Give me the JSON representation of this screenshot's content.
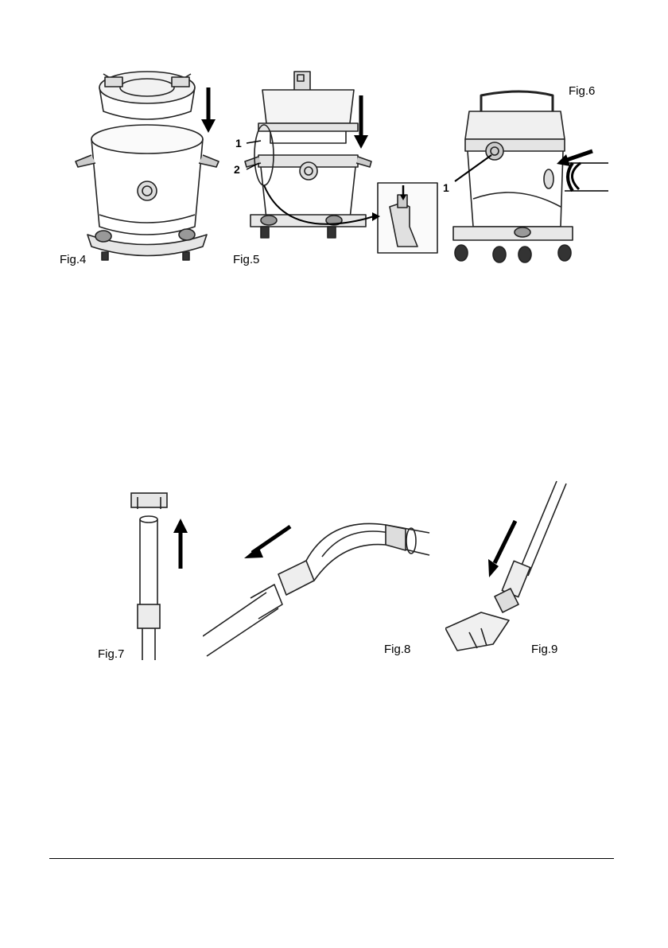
{
  "figures": {
    "fig4": {
      "caption": "Fig.4"
    },
    "fig5": {
      "caption": "Fig.5",
      "callouts": [
        "1",
        "2"
      ]
    },
    "fig6": {
      "caption": "Fig.6",
      "callouts": [
        "1"
      ]
    },
    "fig7": {
      "caption": "Fig.7"
    },
    "fig8": {
      "caption": "Fig.8"
    },
    "fig9": {
      "caption": "Fig.9"
    }
  }
}
